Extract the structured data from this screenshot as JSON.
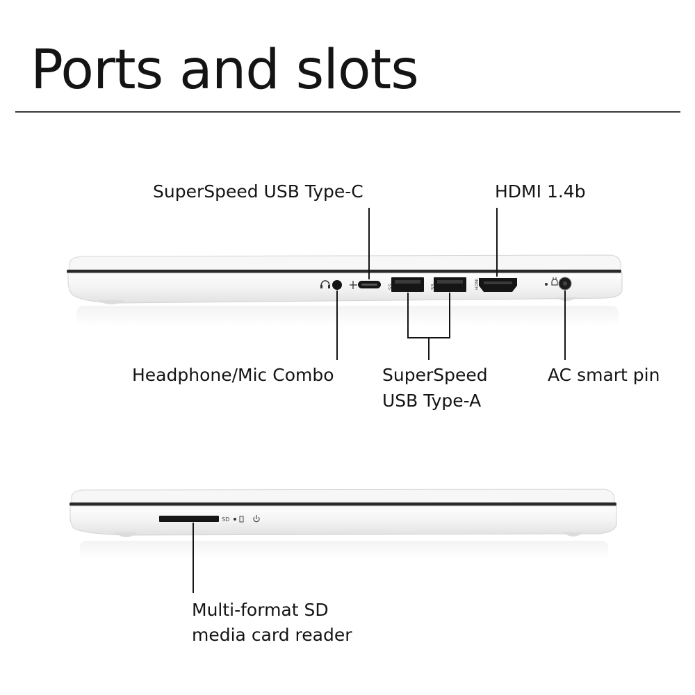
{
  "title": "Ports and slots",
  "labels": {
    "usb_c": "SuperSpeed USB Type-C",
    "hdmi": "HDMI 1.4b",
    "headphone": "Headphone/Mic Combo",
    "usb_a_line1": "SuperSpeed",
    "usb_a_line2": "USB Type-A",
    "ac_pin": "AC smart pin",
    "sd_line1": "Multi-format SD",
    "sd_line2": "media card reader"
  },
  "port_markings": {
    "usb_a_logo": "SS",
    "hdmi_logo": "HDMI",
    "sd_text": "SD"
  },
  "colors": {
    "background": "#ffffff",
    "text": "#141414",
    "laptop_body": "#f4f4f4",
    "laptop_edge": "#d2d2d2",
    "port_black": "#151515"
  }
}
